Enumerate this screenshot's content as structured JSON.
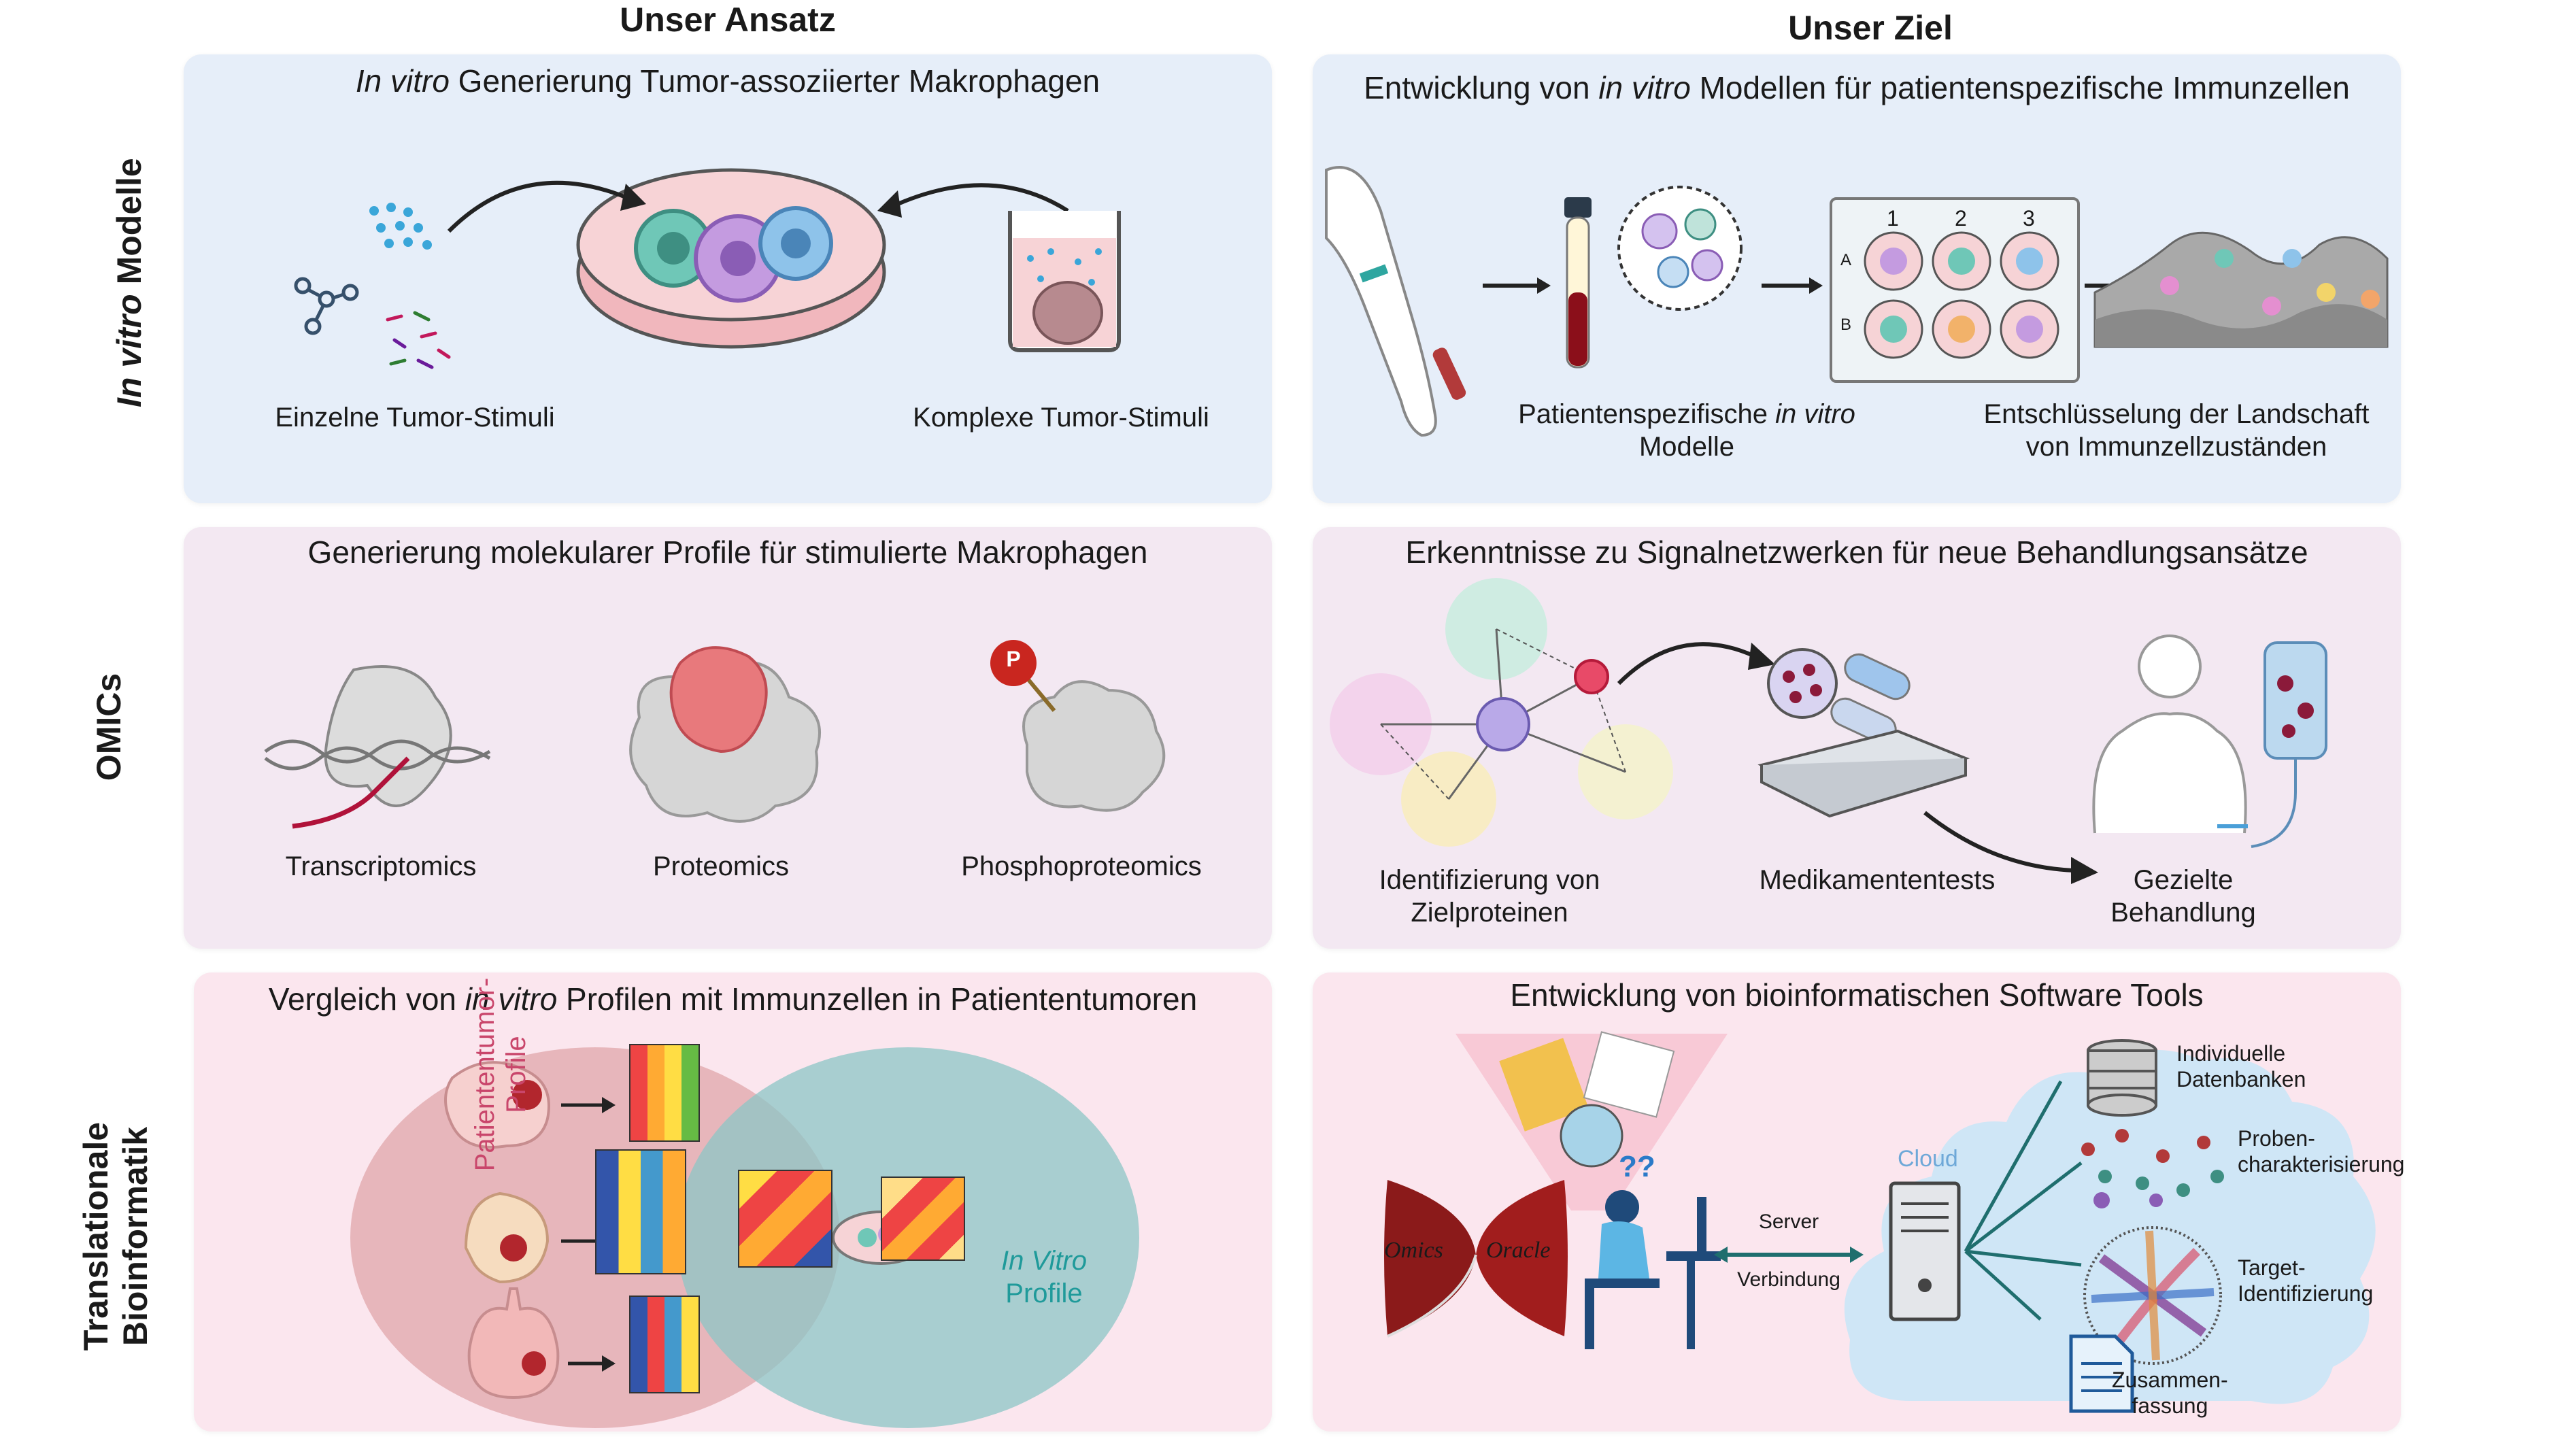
{
  "columns": {
    "left": "Unser Ansatz",
    "right": "Unser Ziel"
  },
  "rows": {
    "invitro_a": "In vitro",
    "invitro_b": " Modelle",
    "omics": "OMICs",
    "translational_1": "Translationale",
    "translational_2": "Bioinformatik"
  },
  "panels": {
    "p1": {
      "title_em": "In vitro",
      "title_rest": " Generierung Tumor-assoziierter Makrophagen",
      "left_caption": "Einzelne Tumor-Stimuli",
      "right_caption": "Komplexe Tumor-Stimuli"
    },
    "p2": {
      "title_pre": "Entwicklung von ",
      "title_em": "in vitro",
      "title_post": " Modellen für patientenspezifische Immunzellen",
      "cap1_pre": "Patientenspezifische ",
      "cap1_em": "in vitro",
      "cap1_line2": "Modelle",
      "cap2_line1": "Entschlüsselung der Landschaft",
      "cap2_line2": "von Immunzellzuständen",
      "plate_cols": [
        "1",
        "2",
        "3"
      ],
      "plate_rows": [
        "A",
        "B"
      ]
    },
    "p3": {
      "title": "Generierung molekularer Profile für stimulierte Makrophagen",
      "captions": [
        "Transcriptomics",
        "Proteomics",
        "Phosphoproteomics"
      ],
      "phospho_letter": "P"
    },
    "p4": {
      "title": "Erkenntnisse zu Signalnetzwerken für neue Behandlungsansätze",
      "cap1_line1": "Identifizierung von",
      "cap1_line2": "Zielproteinen",
      "cap2": "Medikamententests",
      "cap3_line1": "Gezielte",
      "cap3_line2": "Behandlung"
    },
    "p5": {
      "title_pre": "Vergleich von ",
      "title_em": "in vitro",
      "title_post": " Profilen mit Immunzellen in Patiententumoren",
      "venn_left_line1": "Patiententumor-",
      "venn_left_line2": "Profile",
      "venn_right_line1": "In Vitro",
      "venn_right_line2": "Profile"
    },
    "p6": {
      "title": "Entwicklung von bioinformatischen Software Tools",
      "logo_left": "Omics",
      "logo_right": "Oracle",
      "server_line1": "Server",
      "server_line2": "Verbindung",
      "cloud": "Cloud",
      "db_line1": "Individuelle",
      "db_line2": "Datenbanken",
      "probe_line1": "Proben-",
      "probe_line2": "charakterisierung",
      "target_line1": "Target-",
      "target_line2": "Identifizierung",
      "summary_line1": "Zusammen-",
      "summary_line2": "fassung"
    }
  },
  "colors": {
    "panel_blue": "#e6eef9",
    "panel_lilac": "#f3e8f2",
    "panel_pink": "#fbe6ee",
    "venn_left": "#d99aa0",
    "venn_right": "#8cc6c6",
    "cloud": "#cfe6f6",
    "teal_text": "#1f9a9a",
    "pink_text": "#c9466b"
  }
}
